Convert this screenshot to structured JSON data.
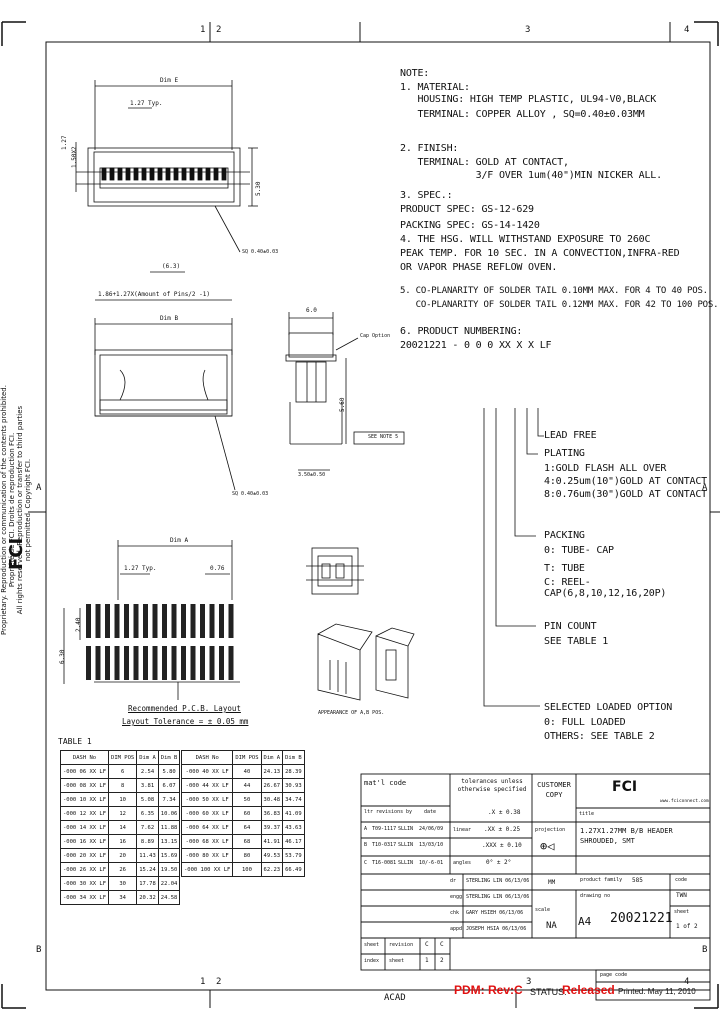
{
  "border": {
    "zones_top": [
      "1",
      "2",
      "3",
      "4"
    ],
    "zones_bottom": [
      "1",
      "2",
      "3",
      "4"
    ],
    "zones_left": [
      "A",
      "B"
    ],
    "zones_right": [
      "A",
      "B"
    ]
  },
  "side_text": {
    "lines": [
      "Proprietary. Reproduction or communication of the contents prohibited.",
      "Propriété de FCI. Droits de reproduction FCI.",
      "All rights reserved. Reproduction or transfer to third parties",
      "not permitted. Copyright FCI."
    ],
    "logo": "FCI"
  },
  "notes": {
    "title": "NOTE:",
    "lines": [
      "1. MATERIAL:",
      "   HOUSING: HIGH TEMP PLASTIC, UL94-V0,BLACK",
      "   TERMINAL: COPPER ALLOY , SQ=0.40±0.03MM",
      "2. FINISH:",
      "   TERMINAL: GOLD AT CONTACT,",
      "             3/F OVER 1um(40\")MIN NICKER ALL.",
      "3. SPEC.:",
      "PRODUCT SPEC: GS-12-629",
      "PACKING SPEC: GS-14-1420",
      "4. THE HSG. WILL WITHSTAND EXPOSURE TO 260C",
      "PEAK TEMP. FOR 10 SEC. IN A CONVECTION,INFRA-RED",
      "OR VAPOR PHASE REFLOW OVEN.",
      "5. CO-PLANARITY OF SOLDER TAIL 0.10MM MAX. FOR 4 TO 40 POS.",
      "   CO-PLANARITY OF SOLDER TAIL 0.12MM MAX. FOR 42 TO 100 POS.",
      "6. PRODUCT NUMBERING:",
      "20021221 - 0 0 0 XX X X LF"
    ]
  },
  "numbering": {
    "lead_free": "LEAD FREE",
    "plating_title": "PLATING",
    "plating": [
      "1:GOLD FLASH ALL OVER",
      "4:0.25um(10\")GOLD AT CONTACT",
      "8:0.76um(30\")GOLD AT CONTACT"
    ],
    "packing_title": "PACKING",
    "packing": [
      "0: TUBE- CAP",
      "T: TUBE",
      "C: REEL-CAP(6,8,10,12,16,20P)"
    ],
    "pin_count_title": "PIN COUNT",
    "pin_count": "SEE TABLE 1",
    "selected_title": "SELECTED LOADED OPTION",
    "selected": [
      "0: FULL LOADED",
      "OTHERS: SEE TABLE 2"
    ]
  },
  "drawing_labels": {
    "dim_e": "Dim E",
    "pitch_top": "1.27 Typ.",
    "d_127": "1.27",
    "d_150x2": "1.50X2",
    "d_530": "5.30",
    "sq": "SQ 0.40±0.03",
    "d_63": "(6.3)",
    "formula": "1.86+1.27X(Amount of Pins/2 -1)",
    "dim_b": "Dim B",
    "sq2": "SQ 0.40±0.03",
    "d_60": "6.0",
    "cap_option": "Cap Option",
    "d_560": "5.60",
    "see_note": "SEE NOTE 5",
    "d_350": "3.50±0.50",
    "dim_a": "Dim A",
    "pitch_pcb": "1.27 Typ.",
    "d_076": "0.76",
    "d_240": "2.40",
    "d_630": "6.30",
    "pcb_title": "Recommended P.C.B. Layout",
    "pcb_tol": "Layout Tolerance = ± 0.05 mm",
    "appearance": "APPEARANCE OF A,B POS."
  },
  "table1": {
    "title": "TABLE 1",
    "headers": [
      "DASH No",
      "DIM POS",
      "Dim A",
      "Dim B"
    ],
    "left": [
      [
        "-000 06 XX LF",
        "6",
        "2.54",
        "5.80"
      ],
      [
        "-000 08 XX LF",
        "8",
        "3.81",
        "6.07"
      ],
      [
        "-000 10 XX LF",
        "10",
        "5.08",
        "7.34"
      ],
      [
        "-000 12 XX LF",
        "12",
        "6.35",
        "10.06"
      ],
      [
        "-000 14 XX LF",
        "14",
        "7.62",
        "11.88"
      ],
      [
        "-000 16 XX LF",
        "16",
        "8.89",
        "13.15"
      ],
      [
        "-000 20 XX LF",
        "20",
        "11.43",
        "15.69"
      ],
      [
        "-000 26 XX LF",
        "26",
        "15.24",
        "19.50"
      ],
      [
        "-000 30 XX LF",
        "30",
        "17.78",
        "22.04"
      ],
      [
        "-000 34 XX LF",
        "34",
        "20.32",
        "24.58"
      ]
    ],
    "right": [
      [
        "-000 40 XX LF",
        "40",
        "24.13",
        "28.39"
      ],
      [
        "-000 44 XX LF",
        "44",
        "26.67",
        "30.93"
      ],
      [
        "-000 50 XX LF",
        "50",
        "30.48",
        "34.74"
      ],
      [
        "-000 60 XX LF",
        "60",
        "36.83",
        "41.09"
      ],
      [
        "-000 64 XX LF",
        "64",
        "39.37",
        "43.63"
      ],
      [
        "-000 68 XX LF",
        "68",
        "41.91",
        "46.17"
      ],
      [
        "-000 80 XX LF",
        "80",
        "49.53",
        "53.79"
      ],
      [
        "-000 100 XX LF",
        "100",
        "62.23",
        "66.49"
      ]
    ]
  },
  "title_block": {
    "mat": "mat'l code",
    "tolerances": "tolerances unless otherwise specified",
    "customer_copy": "CUSTOMER COPY",
    "fci": "FCI",
    "website": "www.fciconnect.com",
    "ltr": "ltr",
    "revisions": "revisions",
    "by": "by",
    "date": "date",
    "rev_a": [
      "A",
      "T09-1117",
      "SLLIN",
      "24/06/09"
    ],
    "rev_b": [
      "B",
      "T10-0317",
      "SLLIN",
      "13/03/10"
    ],
    "rev_c": [
      "C",
      "T16-0081",
      "SLLIN",
      "10/-6-01"
    ],
    "tol_x": ".X ± 0.38",
    "tol_xx": ".XX ± 0.25",
    "tol_xxx": ".XXX ± 0.10",
    "angle": "0° ± 2°",
    "linear": "linear",
    "angles": "angles",
    "projection": "projection",
    "title_label": "title",
    "title": "1.27X1.27MM B/B HEADER SHROUDED, SMT",
    "dr": "dr",
    "drawn": "STERLING LIN 06/13/06",
    "engg": "engg",
    "engg_name": "STERLING LIN 06/13/06",
    "chk": "chk",
    "checker": "GARY HSIEH 06/13/06",
    "appd": "appd",
    "approver": "JOSEPH HSIA 06/13/06",
    "units": "MM",
    "scale_label": "scale",
    "scale": "NA",
    "size": "A4",
    "family_label": "product family",
    "family": "585",
    "drawing_no_label": "drawing no",
    "drawing_no": "20021221",
    "code_label": "code",
    "code": "TWN",
    "sheet_label": "sheet",
    "sheet": "1 of 2",
    "sheet_row": [
      "sheet",
      "revision",
      "C",
      "C"
    ],
    "index_row": [
      "index",
      "sheet",
      "1",
      "2"
    ]
  },
  "footer": {
    "acad": "ACAD",
    "pdm": "PDM: Rev:C",
    "status_label": "STATUS:",
    "status_value": "Released",
    "page_code": "page code",
    "printed": "Printed: May 11, 2010"
  }
}
